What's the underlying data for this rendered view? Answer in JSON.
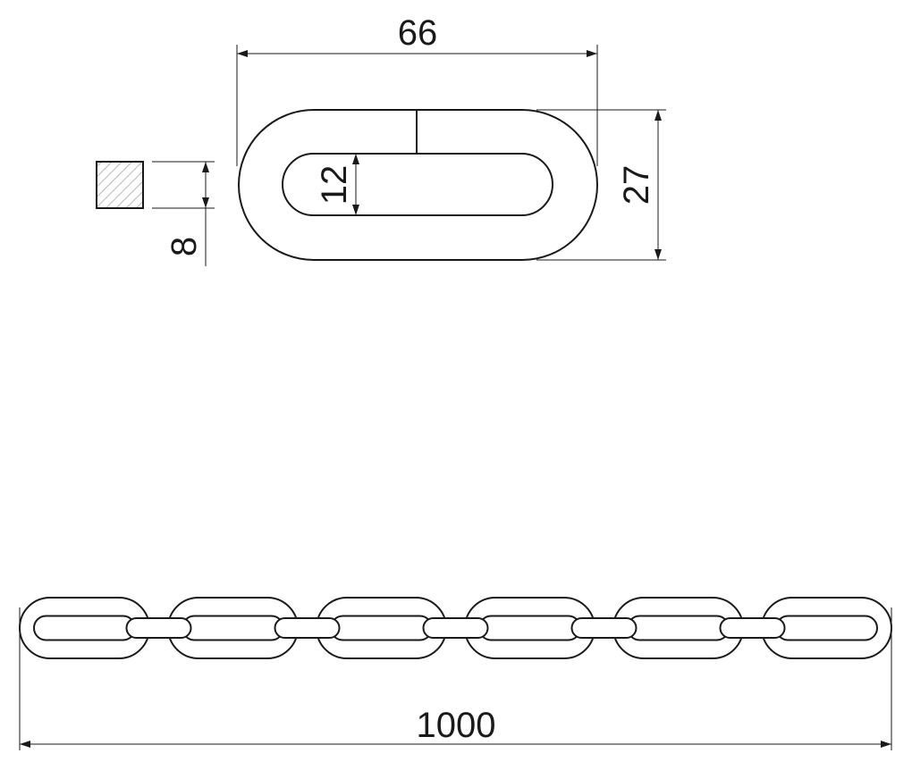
{
  "dimensions": {
    "link_length": "66",
    "link_width": "27",
    "inner_width": "12",
    "wire_thickness": "8",
    "chain_length": "1000"
  },
  "chain": {
    "link_count": 11
  },
  "colors": {
    "line": "#1a1a1a",
    "hatch": "#b8b8b8"
  }
}
